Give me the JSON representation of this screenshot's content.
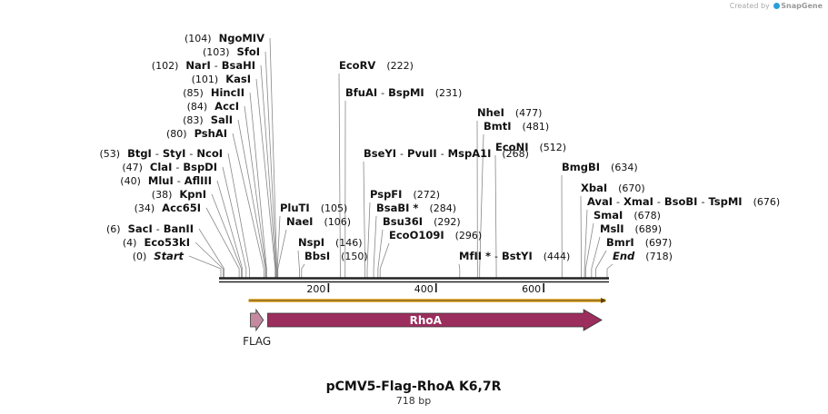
{
  "header": {
    "credit_text": "Created by",
    "brand": "SnapGene"
  },
  "plasmid": {
    "name": "pCMV5-Flag-RhoA K6,7R",
    "length_label": "718 bp",
    "length": 718
  },
  "ruler": {
    "ticks": [
      {
        "label": "200",
        "value": 200
      },
      {
        "label": "400",
        "value": 400
      },
      {
        "label": "600",
        "value": 600
      }
    ]
  },
  "features": [
    {
      "name": "FLAG",
      "start": 55,
      "end": 79,
      "color": "#c48ba0",
      "label_position": "below"
    },
    {
      "name": "RhoA",
      "start": 87,
      "end": 708,
      "color": "#9c2e5e",
      "label_position": "inside"
    }
  ],
  "orf": {
    "start": 55,
    "end": 708,
    "color": "#e9b54a"
  },
  "sites": [
    {
      "position": 104,
      "pos_label": "(104)",
      "names": [
        "NgoMIV"
      ]
    },
    {
      "position": 103,
      "pos_label": "(103)",
      "names": [
        "SfoI"
      ]
    },
    {
      "position": 102,
      "pos_label": "(102)",
      "names": [
        "NarI",
        "BsaHI"
      ]
    },
    {
      "position": 101,
      "pos_label": "(101)",
      "names": [
        "KasI"
      ]
    },
    {
      "position": 85,
      "pos_label": "(85)",
      "names": [
        "HincII"
      ]
    },
    {
      "position": 84,
      "pos_label": "(84)",
      "names": [
        "AccI"
      ]
    },
    {
      "position": 83,
      "pos_label": "(83)",
      "names": [
        "SalI"
      ]
    },
    {
      "position": 80,
      "pos_label": "(80)",
      "names": [
        "PshAI"
      ]
    },
    {
      "position": 53,
      "pos_label": "(53)",
      "names": [
        "BtgI",
        "StyI",
        "NcoI"
      ]
    },
    {
      "position": 47,
      "pos_label": "(47)",
      "names": [
        "ClaI",
        "BspDI"
      ]
    },
    {
      "position": 40,
      "pos_label": "(40)",
      "names": [
        "MluI",
        "AflIII"
      ]
    },
    {
      "position": 38,
      "pos_label": "(38)",
      "names": [
        "KpnI"
      ]
    },
    {
      "position": 34,
      "pos_label": "(34)",
      "names": [
        "Acc65I"
      ]
    },
    {
      "position": 6,
      "pos_label": "(6)",
      "names": [
        "SacI",
        "BanII"
      ]
    },
    {
      "position": 4,
      "pos_label": "(4)",
      "names": [
        "Eco53kI"
      ]
    },
    {
      "position": 0,
      "pos_label": "(0)",
      "names": [
        "Start"
      ]
    },
    {
      "position": 105,
      "pos_label": "(105)",
      "names": [
        "PluTI"
      ]
    },
    {
      "position": 106,
      "pos_label": "(106)",
      "names": [
        "NaeI"
      ]
    },
    {
      "position": 146,
      "pos_label": "(146)",
      "names": [
        "NspI"
      ]
    },
    {
      "position": 150,
      "pos_label": "(150)",
      "names": [
        "BbsI"
      ]
    },
    {
      "position": 222,
      "pos_label": "(222)",
      "names": [
        "EcoRV"
      ]
    },
    {
      "position": 231,
      "pos_label": "(231)",
      "names": [
        "BfuAI",
        "BspMI"
      ]
    },
    {
      "position": 268,
      "pos_label": "(268)",
      "names": [
        "BseYI",
        "PvuII",
        "MspA1I"
      ]
    },
    {
      "position": 272,
      "pos_label": "(272)",
      "names": [
        "PspFI"
      ]
    },
    {
      "position": 284,
      "pos_label": "(284)",
      "names": [
        "BsaBI *"
      ]
    },
    {
      "position": 292,
      "pos_label": "(292)",
      "names": [
        "Bsu36I"
      ]
    },
    {
      "position": 296,
      "pos_label": "(296)",
      "names": [
        "EcoO109I"
      ]
    },
    {
      "position": 444,
      "pos_label": "(444)",
      "names": [
        "MfII *",
        "BstYI"
      ]
    },
    {
      "position": 477,
      "pos_label": "(477)",
      "names": [
        "NheI"
      ]
    },
    {
      "position": 481,
      "pos_label": "(481)",
      "names": [
        "BmtI"
      ]
    },
    {
      "position": 512,
      "pos_label": "(512)",
      "names": [
        "EcoNI"
      ]
    },
    {
      "position": 634,
      "pos_label": "(634)",
      "names": [
        "BmgBI"
      ]
    },
    {
      "position": 670,
      "pos_label": "(670)",
      "names": [
        "XbaI"
      ]
    },
    {
      "position": 676,
      "pos_label": "(676)",
      "names": [
        "AvaI",
        "XmaI",
        "BsoBI",
        "TspMI"
      ]
    },
    {
      "position": 678,
      "pos_label": "(678)",
      "names": [
        "SmaI"
      ]
    },
    {
      "position": 689,
      "pos_label": "(689)",
      "names": [
        "MslI"
      ]
    },
    {
      "position": 697,
      "pos_label": "(697)",
      "names": [
        "BmrI"
      ]
    },
    {
      "position": 718,
      "pos_label": "(718)",
      "names": [
        "End"
      ]
    }
  ],
  "colors": {
    "backbone": "#222222",
    "leader": "#888888"
  }
}
